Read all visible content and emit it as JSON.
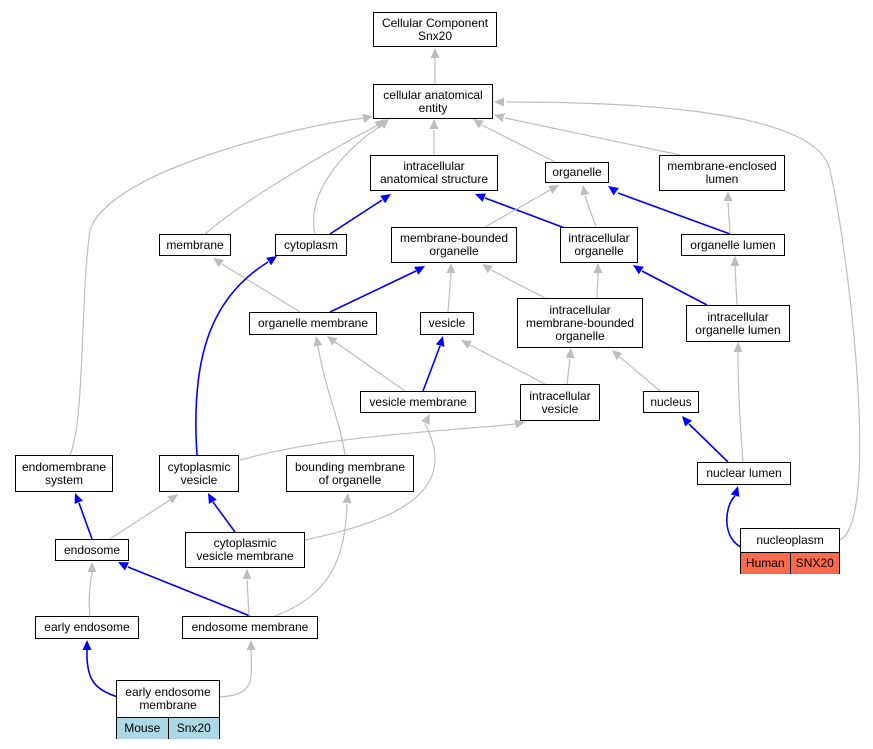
{
  "colors": {
    "is_a_edge": "#bdbdbd",
    "part_of_edge": "#0000ff",
    "mouse_fill": "#add8e6",
    "human_fill": "#fa6a4d"
  },
  "nodes": {
    "root": [
      "Cellular Component",
      "Snx20"
    ],
    "cae": [
      "cellular anatomical",
      "entity"
    ],
    "ias": [
      "intracellular",
      "anatomical structure"
    ],
    "organelle": [
      "organelle"
    ],
    "mel": [
      "membrane-enclosed",
      "lumen"
    ],
    "membrane": [
      "membrane"
    ],
    "cytoplasm": [
      "cytoplasm"
    ],
    "mbo": [
      "membrane-bounded",
      "organelle"
    ],
    "io": [
      "intracellular",
      "organelle"
    ],
    "ol": [
      "organelle lumen"
    ],
    "om": [
      "organelle membrane"
    ],
    "vesicle": [
      "vesicle"
    ],
    "imbo": [
      "intracellular",
      "membrane-bounded",
      "organelle"
    ],
    "iol": [
      "intracellular",
      "organelle lumen"
    ],
    "vm": [
      "vesicle membrane"
    ],
    "iv": [
      "intracellular",
      "vesicle"
    ],
    "nucleus": [
      "nucleus"
    ],
    "es": [
      "endomembrane",
      "system"
    ],
    "cv": [
      "cytoplasmic",
      "vesicle"
    ],
    "bmo": [
      "bounding membrane",
      "of organelle"
    ],
    "nl": [
      "nuclear lumen"
    ],
    "endosome": [
      "endosome"
    ],
    "cvm": [
      "cytoplasmic",
      "vesicle membrane"
    ],
    "ee": [
      "early endosome"
    ],
    "em": [
      "endosome membrane"
    ]
  },
  "leaves": {
    "eem": {
      "title": [
        "early endosome",
        "membrane"
      ],
      "species": "Mouse",
      "gene": "Snx20"
    },
    "np": {
      "title": [
        "nucleoplasm"
      ],
      "species": "Human",
      "gene": "SNX20"
    }
  }
}
